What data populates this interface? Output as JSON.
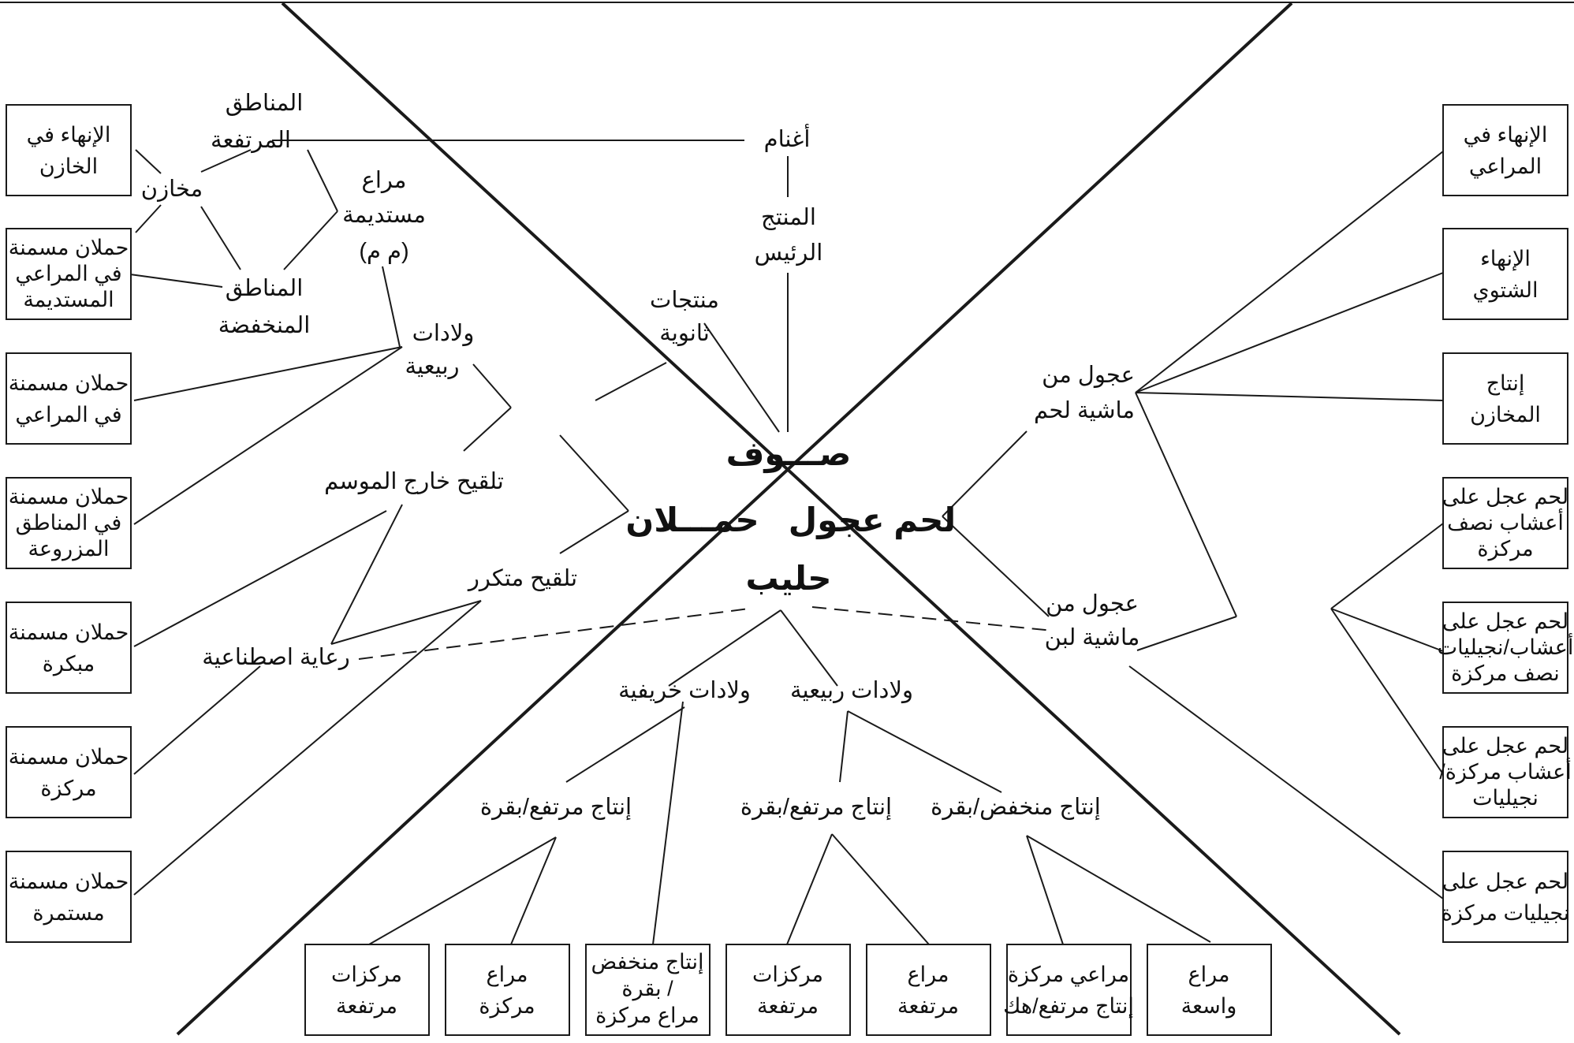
{
  "hubs": {
    "wool": "صـــوف",
    "lambs": "حمـــلان",
    "beef_calves": "لحم عجول",
    "milk": "حليب"
  },
  "sheep": {
    "sheep": "أغنام",
    "main_product": [
      "المنتج",
      "الرئيس"
    ],
    "by_products": [
      "منتجات",
      "ثانوية"
    ],
    "uplands": [
      "المناطق",
      "المرتفعة"
    ],
    "lowlands": [
      "المناطق",
      "المنخفضة"
    ],
    "stores": "مخازن",
    "permanent_pasture": [
      "مراع",
      "مستديمة",
      "(م م)"
    ],
    "spring_births": [
      "ولادات",
      "ربيعية"
    ],
    "off_season_breeding": "تلقيح خارج الموسم",
    "repeated_breeding": "تلقيح متكرر",
    "artificial_rearing": "رعاية اصطناعية"
  },
  "left_boxes": [
    [
      "الإنهاء في",
      "الخازن"
    ],
    [
      "حملان مسمنة",
      "في المراعي",
      "المستديمة"
    ],
    [
      "حملان مسمنة",
      "في المراعي"
    ],
    [
      "حملان مسمنة",
      "في المناطق",
      "المزروعة"
    ],
    [
      "حملان مسمنة",
      "مبكرة"
    ],
    [
      "حملان مسمنة",
      "مركزة"
    ],
    [
      "حملان مسمنة",
      "مستمرة"
    ]
  ],
  "cattle": {
    "beef_herd_calves": [
      "عجول من",
      "ماشية لحم"
    ],
    "dairy_herd_calves": [
      "عجول من",
      "ماشية لبن"
    ]
  },
  "right_boxes": [
    [
      "الإنهاء في",
      "المراعي"
    ],
    [
      "الإنهاء",
      "الشتوي"
    ],
    [
      "إنتاج",
      "المخازن"
    ],
    [
      "لحم عجل على",
      "أعشاب نصف",
      "مركزة"
    ],
    [
      "لحم عجل على",
      "أعشاب/نجيليات",
      "نصف مركزة"
    ],
    [
      "لحم عجل على",
      "أعشاب مركزة/",
      "نجيليات"
    ],
    [
      "لحم عجل على",
      "نجيليات مركزة"
    ]
  ],
  "dairy": {
    "autumn_calving": "ولادات خريفية",
    "spring_calving": "ولادات ربيعية",
    "high_yield_autumn": "إنتاج مرتفع/بقرة",
    "high_yield_spring": "إنتاج مرتفع/بقرة",
    "low_yield_spring": "إنتاج منخفض/بقرة"
  },
  "bottom_boxes": [
    [
      "مركزات",
      "مرتفعة"
    ],
    [
      "مراع",
      "مركزة"
    ],
    [
      "إنتاج منخفض",
      "/ بقرة",
      "مراع مركزة"
    ],
    [
      "مركزات",
      "مرتفعة"
    ],
    [
      "مراع",
      "مرتفعة"
    ],
    [
      "مراعي مركزة",
      "إنتاج مرتفع/هك"
    ],
    [
      "مراع",
      "واسعة"
    ]
  ]
}
